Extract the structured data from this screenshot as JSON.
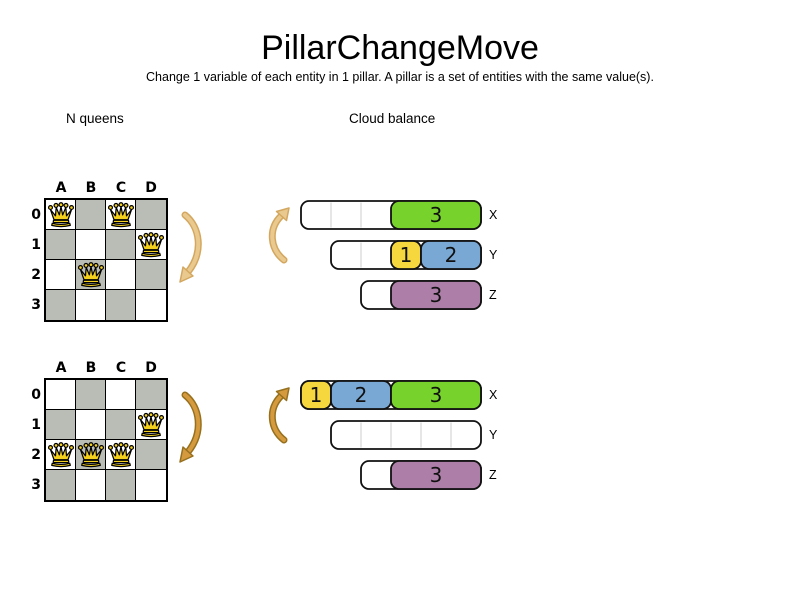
{
  "title": "PillarChangeMove",
  "subtitle": "Change 1 variable of each entity in 1 pillar. A pillar is a set of entities with the same value(s).",
  "examples": {
    "nqueens_label": "N queens",
    "cloud_label": "Cloud balance"
  },
  "boards": [
    {
      "state": "before",
      "col_labels": [
        "A",
        "B",
        "C",
        "D"
      ],
      "row_labels": [
        "0",
        "1",
        "2",
        "3"
      ],
      "queens": [
        {
          "col": "A",
          "row": "0"
        },
        {
          "col": "C",
          "row": "0"
        },
        {
          "col": "D",
          "row": "1"
        },
        {
          "col": "B",
          "row": "2"
        }
      ]
    },
    {
      "state": "after",
      "col_labels": [
        "A",
        "B",
        "C",
        "D"
      ],
      "row_labels": [
        "0",
        "1",
        "2",
        "3"
      ],
      "queens": [
        {
          "col": "D",
          "row": "1"
        },
        {
          "col": "A",
          "row": "2"
        },
        {
          "col": "B",
          "row": "2"
        },
        {
          "col": "C",
          "row": "2"
        }
      ]
    }
  ],
  "cloud_states": [
    {
      "state": "before",
      "bars": [
        {
          "label": "X",
          "slots": 6,
          "segments": [
            {
              "value": "3",
              "size": 3,
              "color": "green"
            }
          ]
        },
        {
          "label": "Y",
          "slots": 5,
          "segments": [
            {
              "value": "1",
              "size": 1,
              "color": "yellow"
            },
            {
              "value": "2",
              "size": 2,
              "color": "blue"
            }
          ]
        },
        {
          "label": "Z",
          "slots": 4,
          "segments": [
            {
              "value": "3",
              "size": 3,
              "color": "purple"
            }
          ]
        }
      ]
    },
    {
      "state": "after",
      "bars": [
        {
          "label": "X",
          "slots": 6,
          "segments": [
            {
              "value": "1",
              "size": 1,
              "color": "yellow"
            },
            {
              "value": "2",
              "size": 2,
              "color": "blue"
            },
            {
              "value": "3",
              "size": 3,
              "color": "green"
            }
          ]
        },
        {
          "label": "Y",
          "slots": 5,
          "segments": []
        },
        {
          "label": "Z",
          "slots": 4,
          "segments": [
            {
              "value": "3",
              "size": 3,
              "color": "purple"
            }
          ]
        }
      ]
    }
  ],
  "colors": {
    "green": "#77d22b",
    "yellow": "#f6d83e",
    "blue": "#7aa8d4",
    "purple": "#ad7fa8",
    "board_gray": "#babdb6",
    "queen_gold": "#f3cf1e",
    "bar_divider": "#cccccc",
    "arrow_light_fill": "#eac98e",
    "arrow_light_stroke": "#d3a75f",
    "arrow_dark_fill": "#d49a3d",
    "arrow_dark_stroke": "#96701e"
  }
}
